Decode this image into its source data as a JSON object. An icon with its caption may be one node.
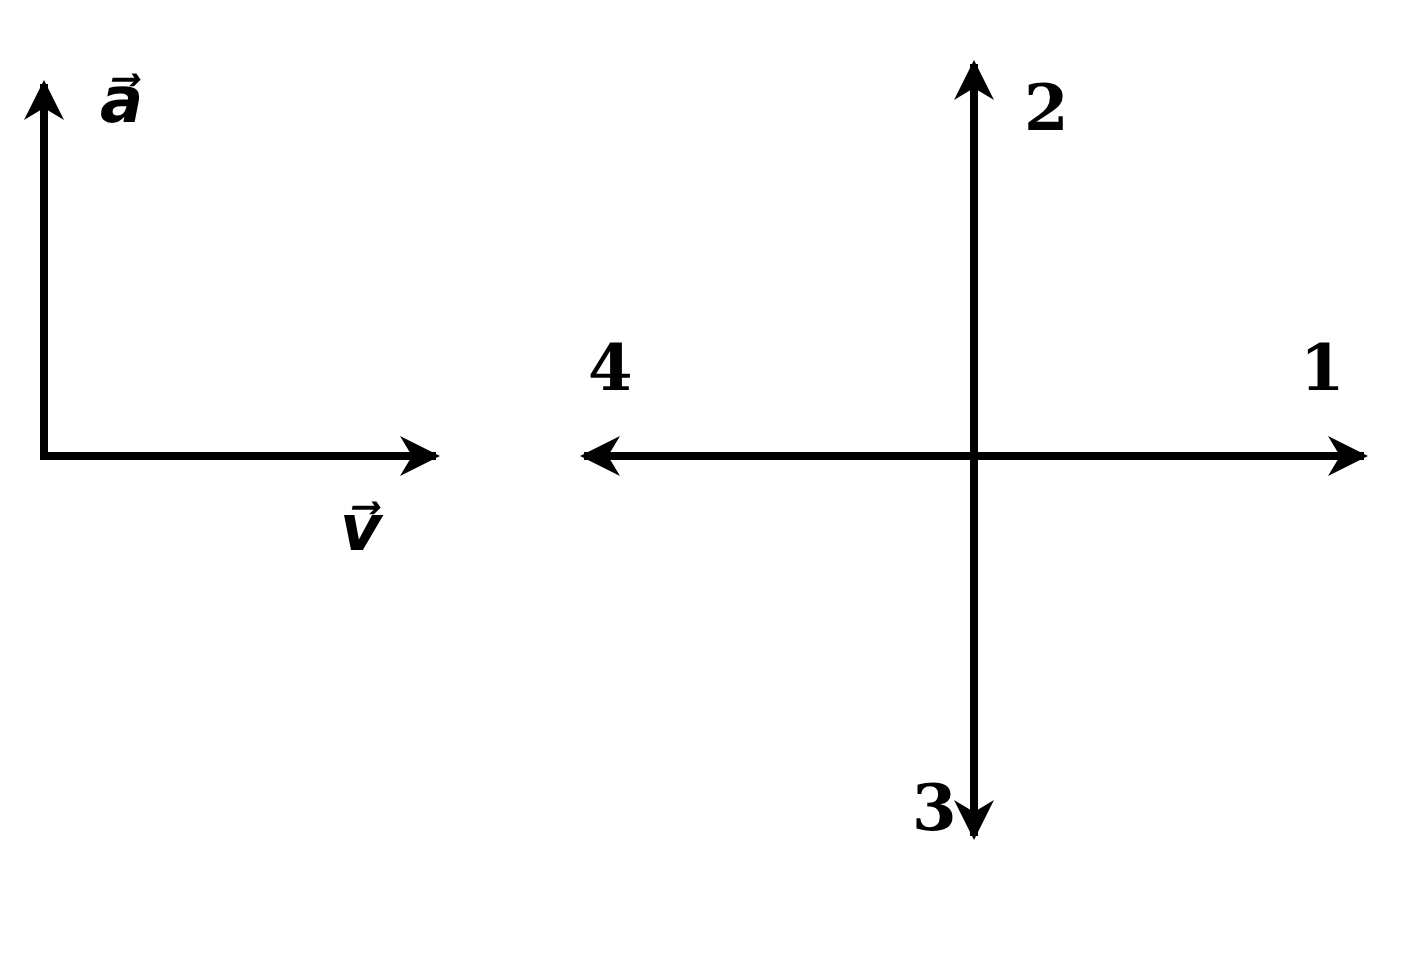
{
  "diagram": {
    "labels": [
      "a⃗",
      "2",
      "4",
      "1",
      "v⃗",
      "3"
    ]
  }
}
